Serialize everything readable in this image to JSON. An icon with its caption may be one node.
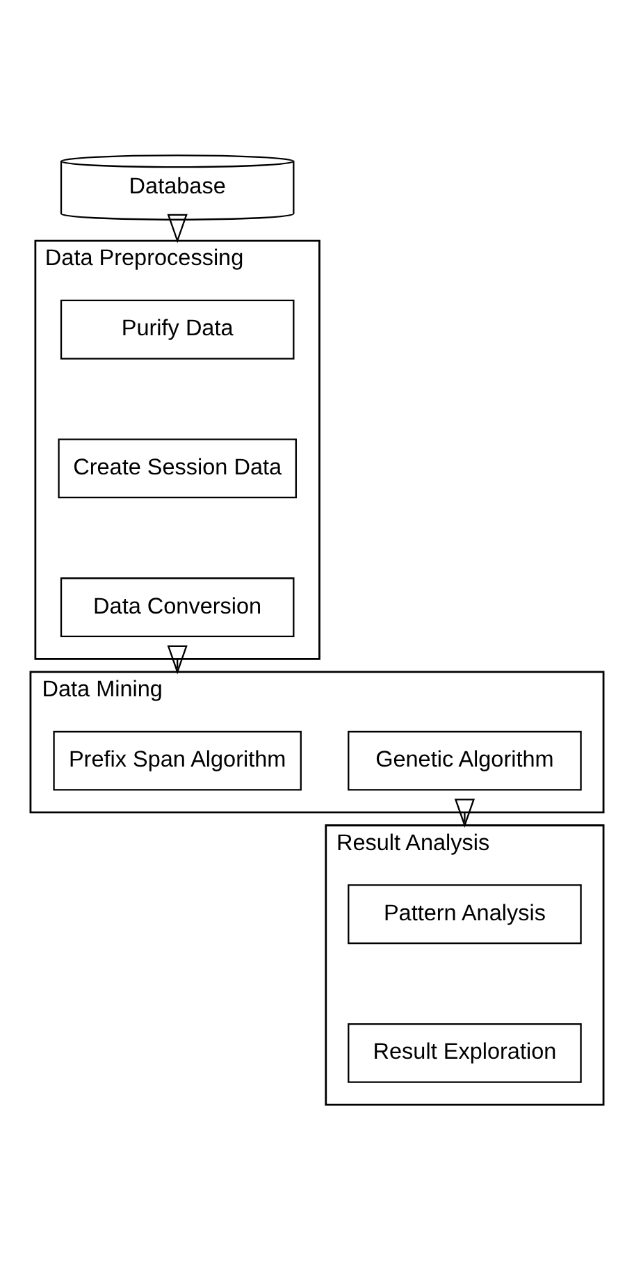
{
  "diagram": {
    "nodes": [
      {
        "text": [
          "Database"
        ]
      },
      {
        "text": [
          "Data Preprocessing"
        ]
      },
      {
        "text": [
          "Purify Data"
        ],
        "in": 1
      },
      {
        "text": [
          "Create Session Data"
        ],
        "in": 1
      },
      {
        "text": [
          "Data Conversion"
        ],
        "in": 1
      },
      {
        "text": [
          "Data Mining"
        ]
      },
      {
        "text": [
          "Prefix Span Algorithm"
        ],
        "in": 5
      },
      {
        "text": [
          "Genetic Algorithm"
        ],
        "in": 5
      },
      {
        "text": [
          "Result Analysis"
        ]
      },
      {
        "text": [
          "Pattern Analysis"
        ],
        "in": 8
      },
      {
        "text": [
          "Result Exploration"
        ],
        "in": 8
      }
    ],
    "edges": [
      {
        "from": 0,
        "to": 1,
        "arrow": "to"
      },
      {
        "from": 1,
        "to": 5,
        "arrow": "to"
      },
      {
        "from": 5,
        "to": 8,
        "arrow": "to"
      }
    ]
  }
}
